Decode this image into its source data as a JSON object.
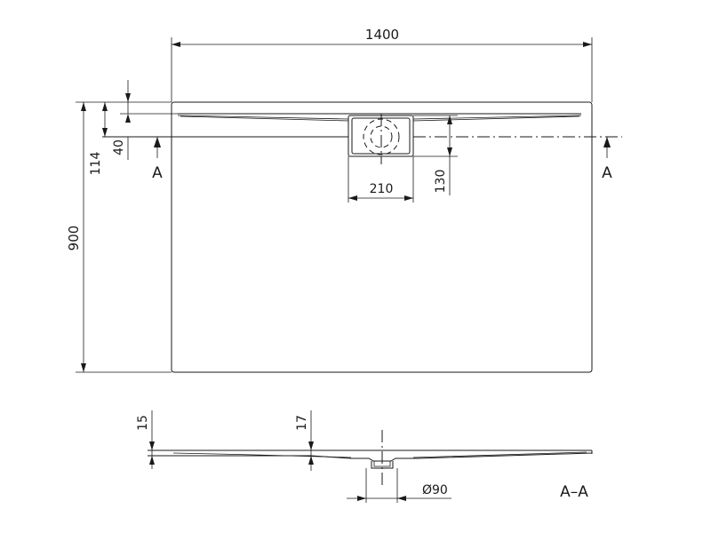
{
  "dimensions": {
    "width": "1400",
    "depth": "900",
    "edge_offset": "114",
    "drain_offset": "40",
    "drain_width": "210",
    "drain_depth": "130",
    "thickness_edge": "15",
    "thickness_mid": "17",
    "drain_diameter": "Ø90"
  },
  "section": {
    "marker_left": "A",
    "marker_right": "A",
    "label": "A–A"
  }
}
